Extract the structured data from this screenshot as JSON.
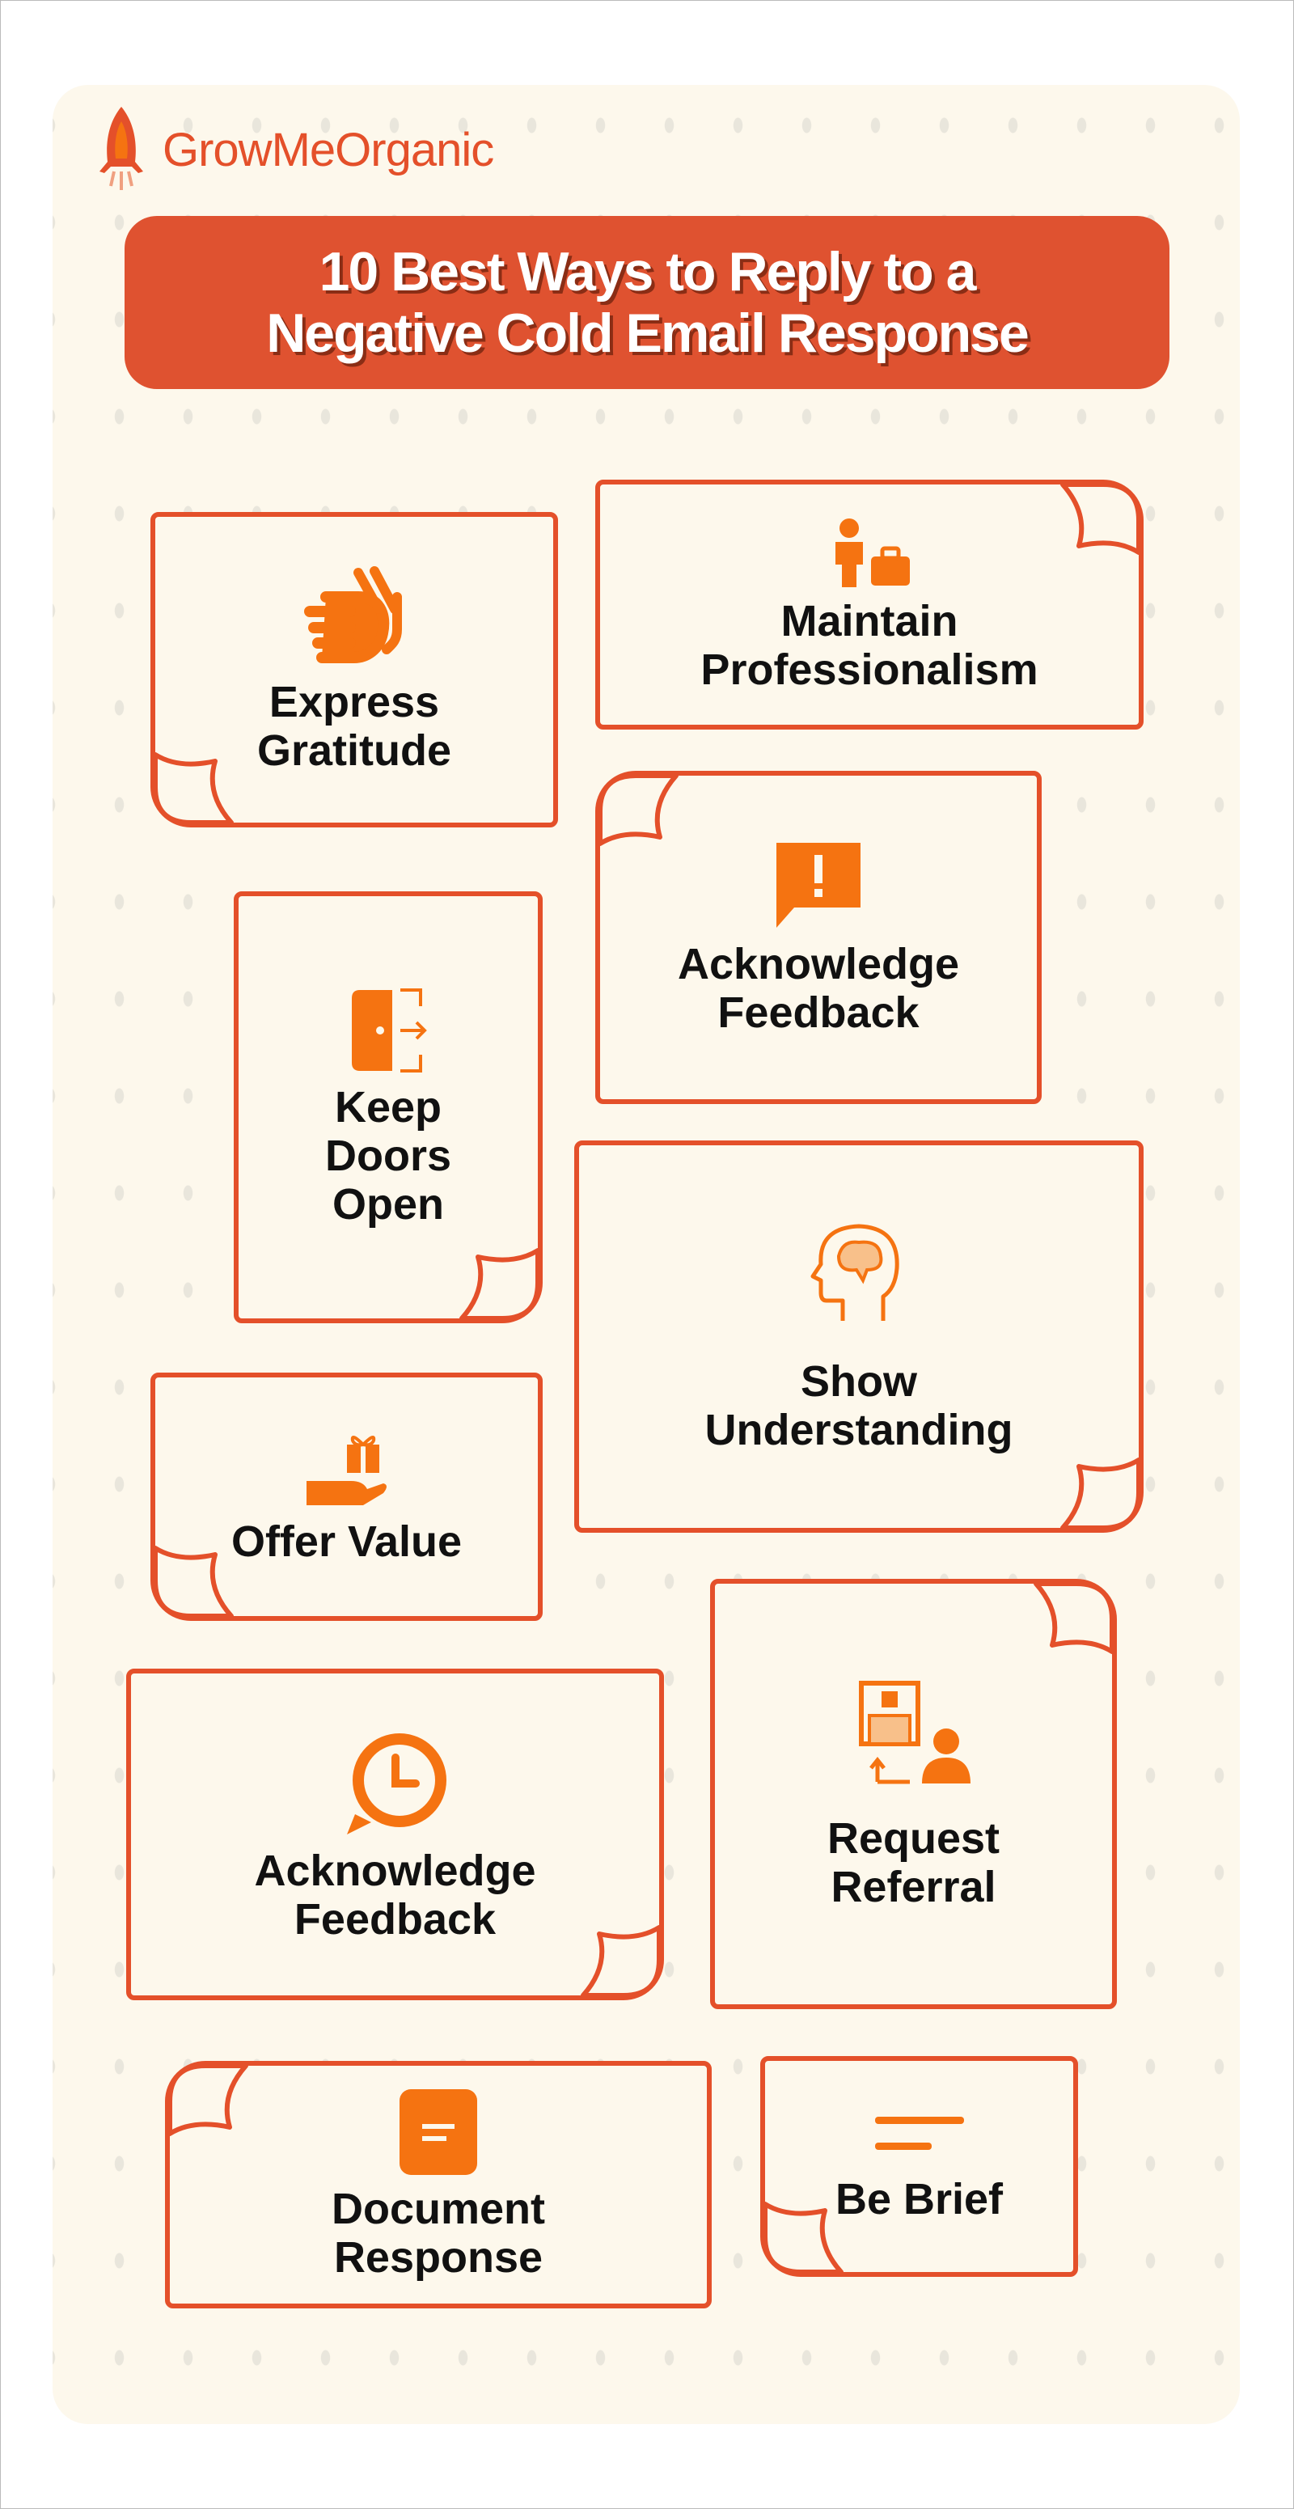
{
  "brand": {
    "name": "GrowMeOrganic",
    "accent": "#e4502a",
    "icon_color": "#f57311"
  },
  "title": {
    "line1": "10 Best Ways to Reply to a",
    "line2": "Negative Cold Email Response"
  },
  "cards": [
    {
      "label": "Express\nGratitude",
      "icon": "clapping-hands-icon"
    },
    {
      "label": "Maintain\nProfessionalism",
      "icon": "businessperson-briefcase-icon"
    },
    {
      "label": "Acknowledge\nFeedback",
      "icon": "alert-message-icon"
    },
    {
      "label": "Keep\nDoors\nOpen",
      "icon": "door-exit-icon"
    },
    {
      "label": "Show\nUnderstanding",
      "icon": "head-brain-icon"
    },
    {
      "label": "Offer Value",
      "icon": "gift-hand-icon"
    },
    {
      "label": "Acknowledge\nFeedback",
      "icon": "clock-chat-icon"
    },
    {
      "label": "Request\nReferral",
      "icon": "hospital-referral-icon"
    },
    {
      "label": "Document\nResponse",
      "icon": "document-icon"
    },
    {
      "label": "Be Brief",
      "icon": "short-text-icon"
    }
  ]
}
